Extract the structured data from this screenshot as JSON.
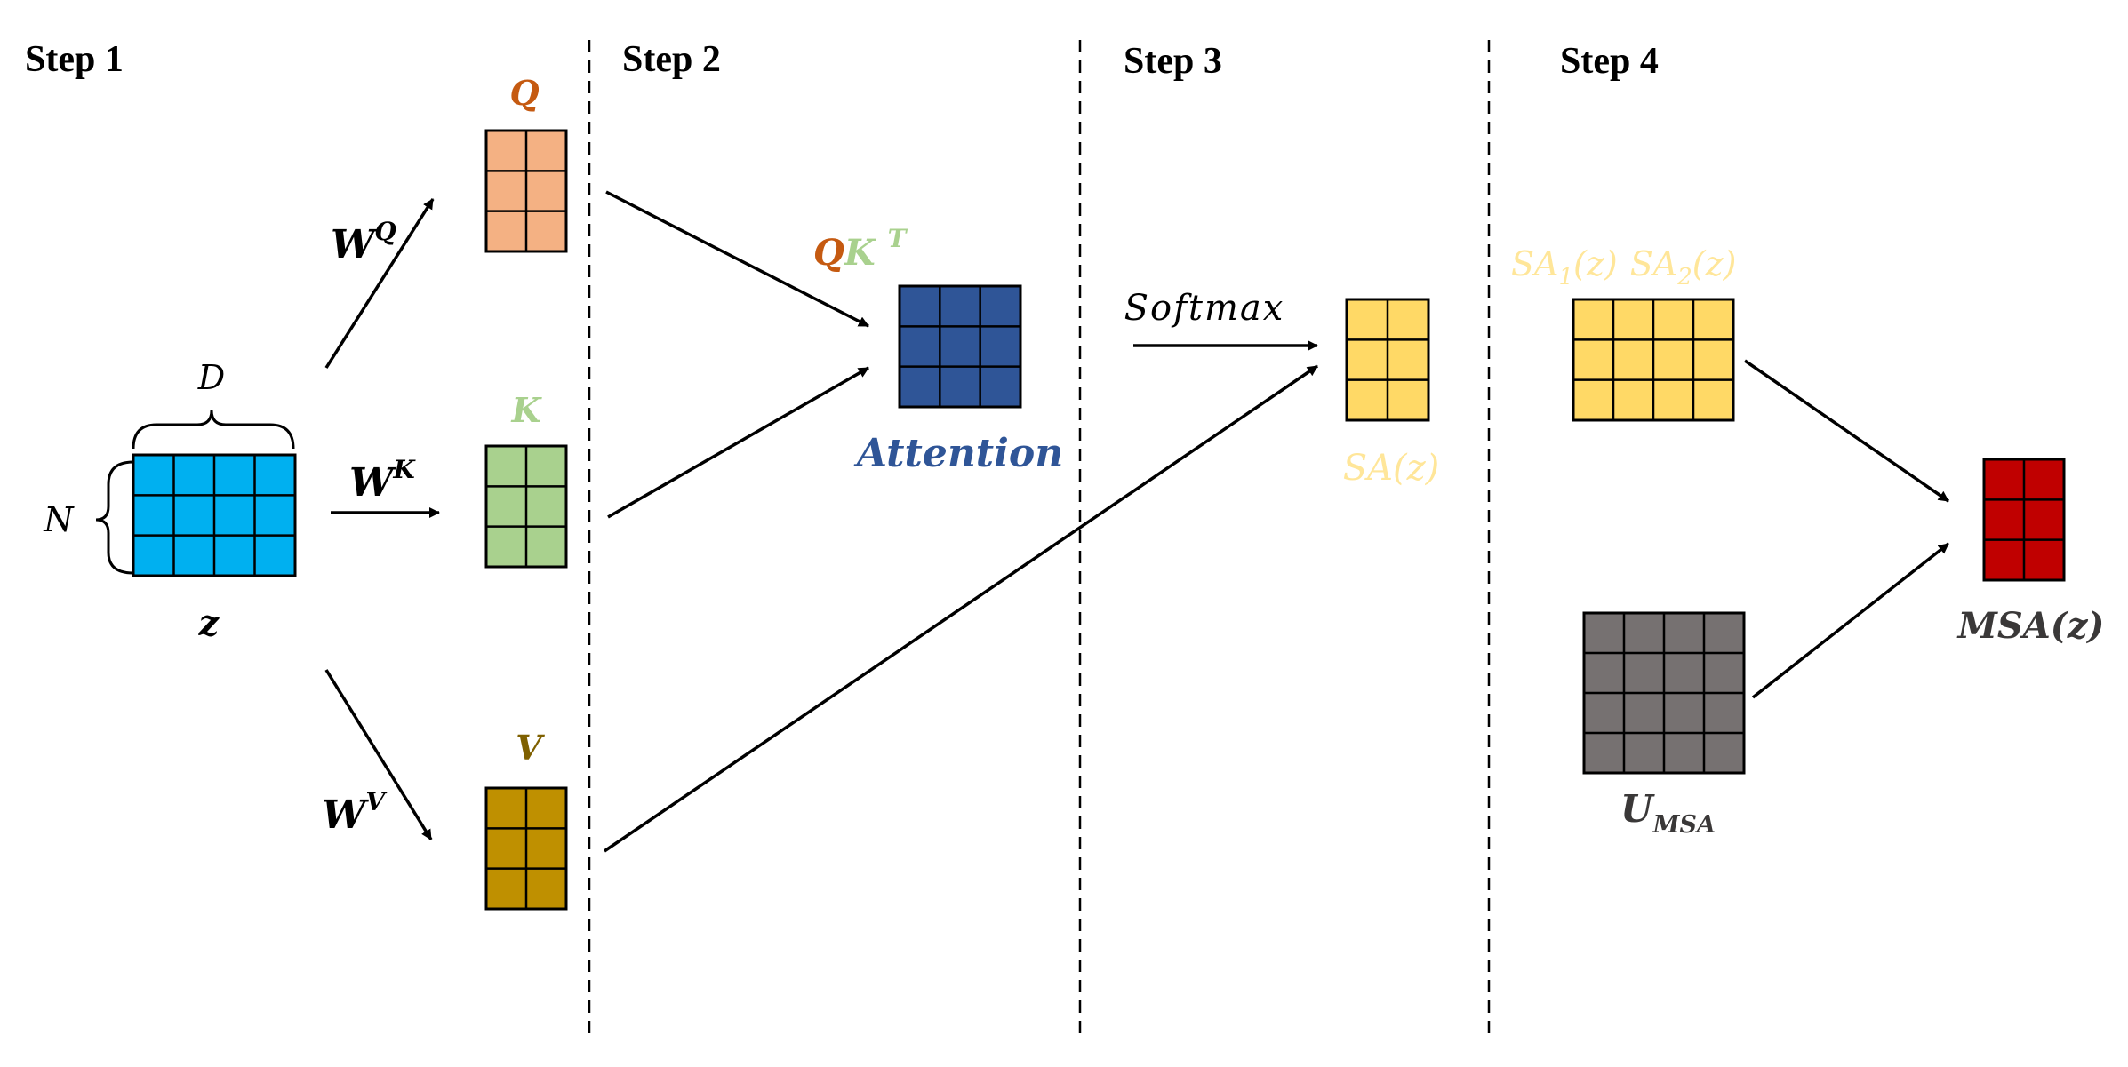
{
  "steps": [
    "Step 1",
    "Step 2",
    "Step 3",
    "Step 4"
  ],
  "input": {
    "dim_d": "D",
    "dim_n": "N",
    "name": "z",
    "color": "#00B0F0"
  },
  "weights": {
    "wq": "W",
    "wq_sup": "Q",
    "wk": "W",
    "wk_sup": "K",
    "wv": "W",
    "wv_sup": "V"
  },
  "q": {
    "label": "Q",
    "color": "#F4B183"
  },
  "k": {
    "label": "K",
    "color": "#A9D18E"
  },
  "v": {
    "label": "V",
    "color": "#BF9000"
  },
  "qkt": {
    "q": "Q",
    "k": "K",
    "t": "T",
    "q_color": "#C55A11",
    "k_color": "#A9D18E",
    "v_color": "#7F6000"
  },
  "attention": {
    "label": "Attention",
    "color": "#2F5597"
  },
  "softmax": {
    "label": "Softmax"
  },
  "sa": {
    "label": "SA(z)",
    "color": "#FFD966",
    "text_color": "#FFE699"
  },
  "sa_concat": {
    "sa1": "SA",
    "sa1_sub": "1",
    "sa1_arg": "(z)",
    "sa2": "SA",
    "sa2_sub": "2",
    "sa2_arg": "(z)"
  },
  "umsa": {
    "label": "U",
    "sub": "MSA",
    "color": "#767171"
  },
  "msa": {
    "label": "MSA(z)",
    "color": "#C00000"
  }
}
